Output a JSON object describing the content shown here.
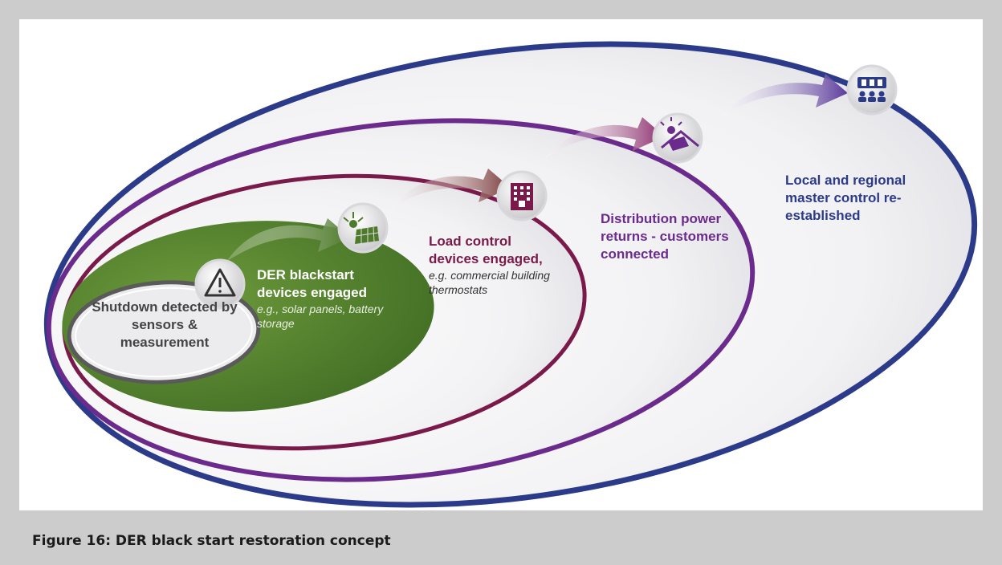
{
  "diagram": {
    "stages": [
      {
        "title": "Shutdown detected by sensors & measurement",
        "subtitle": ""
      },
      {
        "title": "DER blackstart devices engaged",
        "subtitle": "e.g., solar panels, battery storage"
      },
      {
        "title": "Load control devices engaged,",
        "subtitle": "e.g. commercial building thermostats"
      },
      {
        "title": "Distribution power returns - customers connected",
        "subtitle": ""
      },
      {
        "title": "Local and regional master control re-established",
        "subtitle": ""
      }
    ],
    "icons": [
      "warning-icon",
      "solar-panel-icon",
      "building-icon",
      "solar-home-icon",
      "control-room-icon"
    ],
    "colors": {
      "stage1_ring": "#5a5a5a",
      "stage2_fill": "#4e7a2c",
      "stage3_ring": "#7a1a4a",
      "stage4_ring": "#6b2b8c",
      "stage5_ring": "#2c3a8a"
    }
  },
  "caption": "Figure 16: DER black start restoration concept"
}
